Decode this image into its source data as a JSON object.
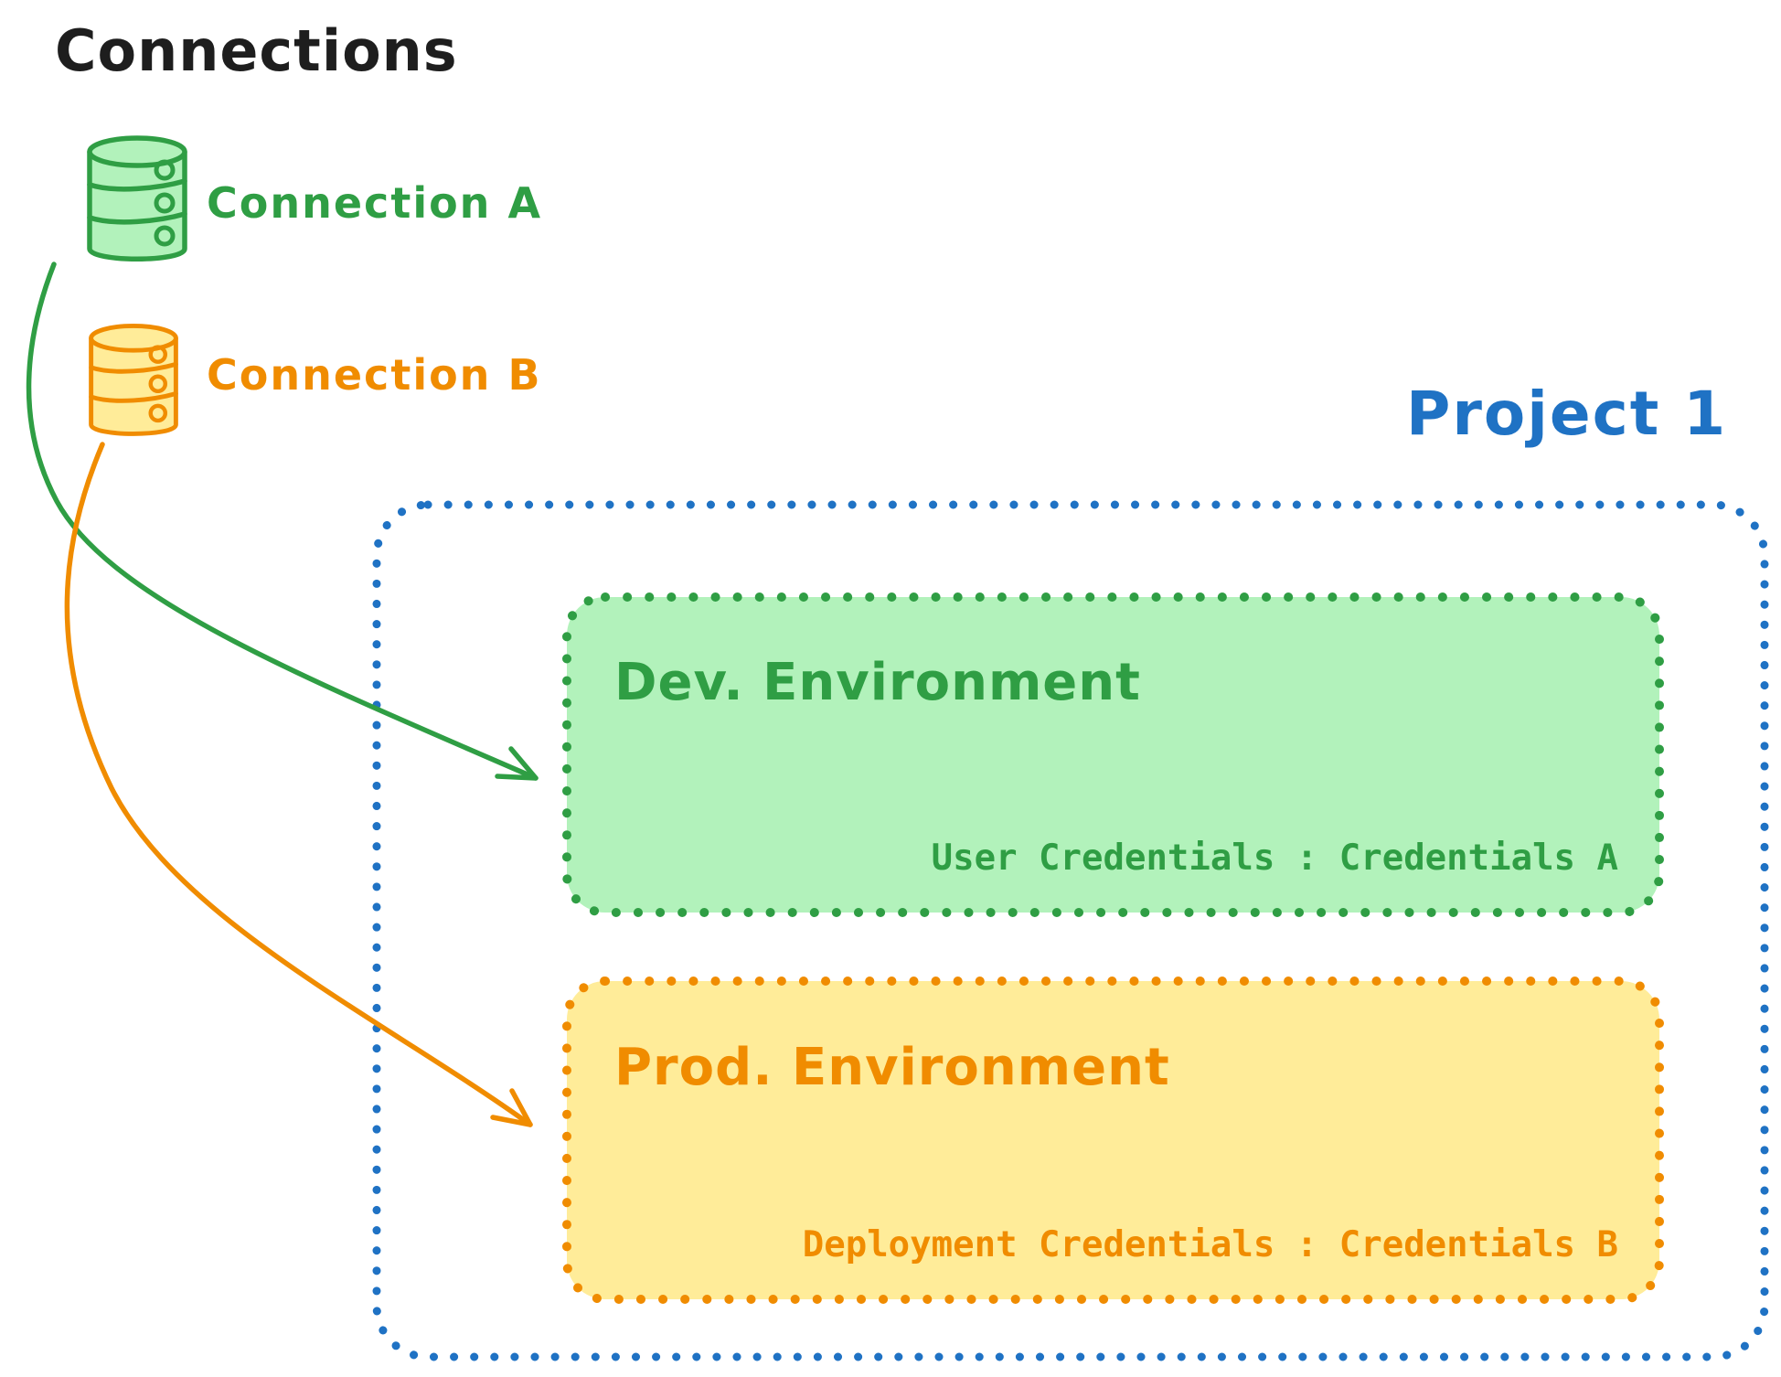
{
  "title": "Connections",
  "connections": [
    {
      "id": "a",
      "label": "Connection A",
      "icon": "database-icon",
      "color": "#2f9e44",
      "fill": "#b2f2bb"
    },
    {
      "id": "b",
      "label": "Connection B",
      "icon": "database-icon",
      "color": "#f08c00",
      "fill": "#ffec99"
    }
  ],
  "project": {
    "title": "Project 1",
    "color": "#1f72c4",
    "environments": [
      {
        "name": "Dev. Environment",
        "credentials": "User Credentials : Credentials A",
        "color": "#2f9e44",
        "fill": "#b2f2bb"
      },
      {
        "name": "Prod. Environment",
        "credentials": "Deployment Credentials : Credentials B",
        "color": "#f08c00",
        "fill": "#ffec99"
      }
    ]
  },
  "arrows": [
    {
      "from": "Connection A",
      "to": "Dev. Environment",
      "color": "#2f9e44"
    },
    {
      "from": "Connection B",
      "to": "Prod. Environment",
      "color": "#f08c00"
    }
  ]
}
